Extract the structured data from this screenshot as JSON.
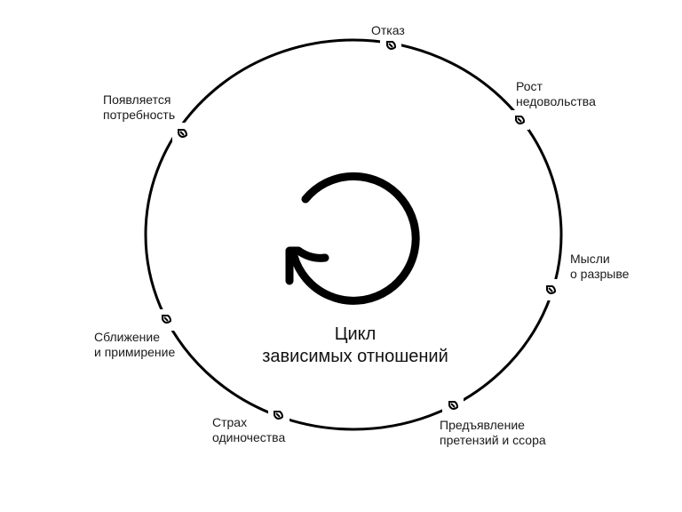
{
  "diagram": {
    "title_line1": "Цикл",
    "title_line2": "зависимых отношений",
    "stages": [
      {
        "line1": "Отказ",
        "line2": ""
      },
      {
        "line1": "Рост",
        "line2": "недовольства"
      },
      {
        "line1": "Мысли",
        "line2": "о разрыве"
      },
      {
        "line1": "Предъявление",
        "line2": "претензий и ссора"
      },
      {
        "line1": "Страх",
        "line2": "одиночества"
      },
      {
        "line1": "Сближение",
        "line2": "и примирение"
      },
      {
        "line1": "Появляется",
        "line2": "потребность"
      }
    ],
    "colors": {
      "stroke": "#000000",
      "text": "#1a1a1a",
      "background": "#ffffff"
    }
  }
}
